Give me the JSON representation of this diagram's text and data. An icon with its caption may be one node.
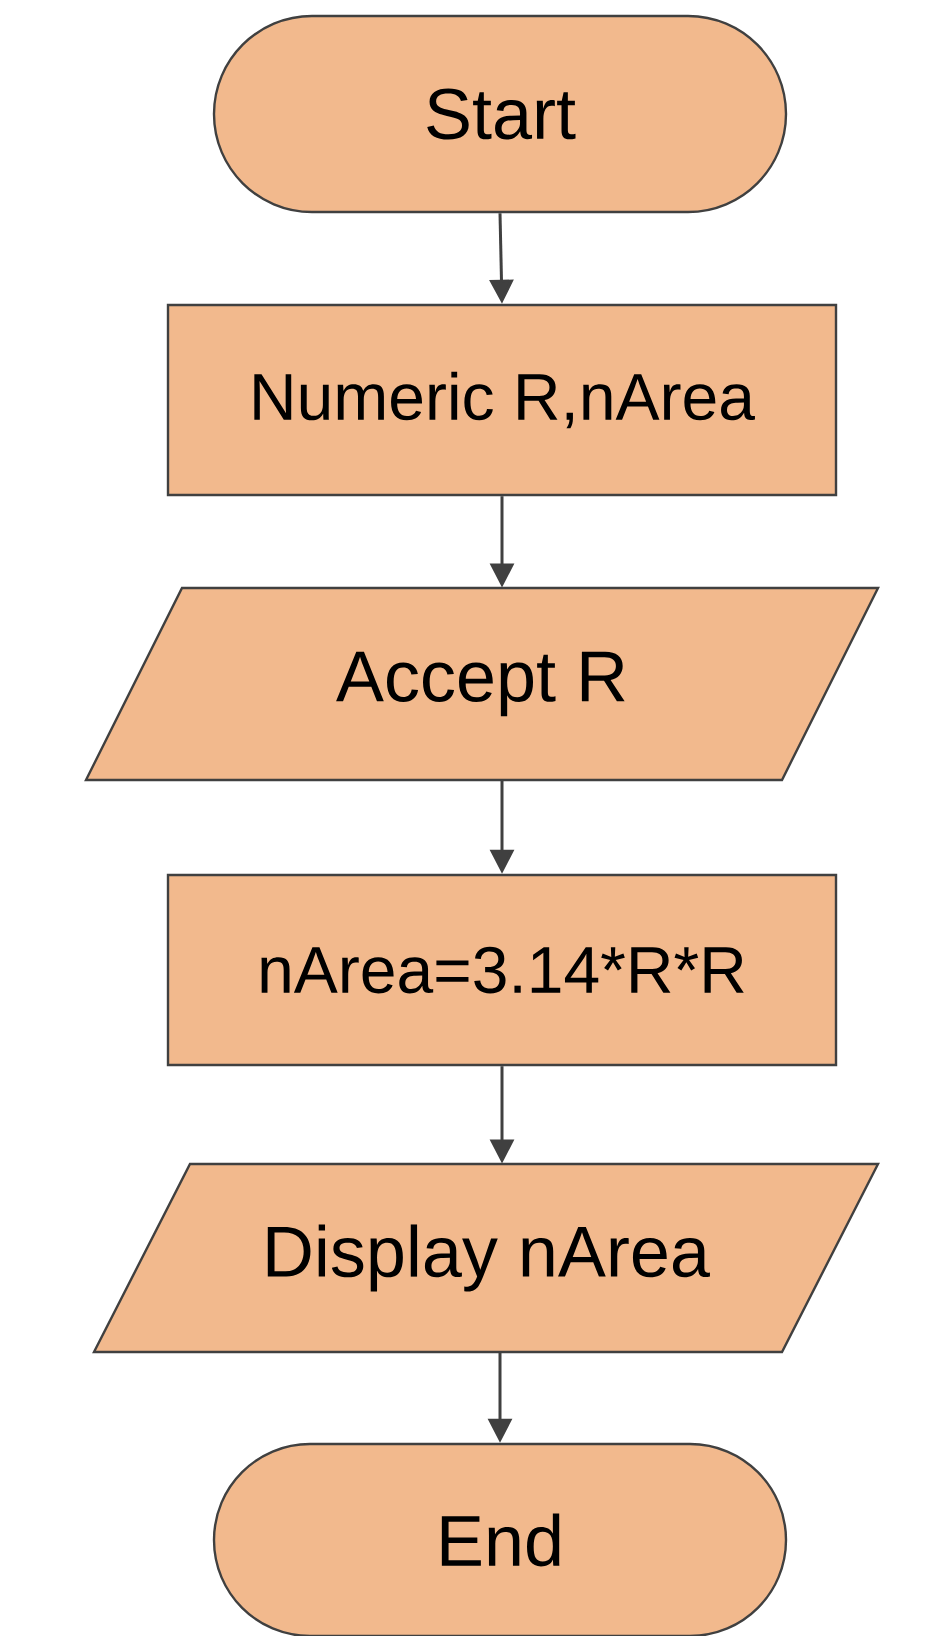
{
  "diagram": {
    "nodes": [
      {
        "text": [
          "Start"
        ]
      },
      {
        "text": [
          "Numeric R,nArea"
        ]
      },
      {
        "text": [
          "Accept R"
        ]
      },
      {
        "text": [
          "nArea=3.14*R*R"
        ]
      },
      {
        "text": [
          "Display nArea"
        ]
      },
      {
        "text": [
          "End"
        ]
      }
    ],
    "edges": [
      {
        "from": 0,
        "to": 1,
        "arrow": "to"
      },
      {
        "from": 1,
        "to": 2,
        "arrow": "to"
      },
      {
        "from": 2,
        "to": 3,
        "arrow": "to"
      },
      {
        "from": 3,
        "to": 4,
        "arrow": "to"
      },
      {
        "from": 4,
        "to": 5,
        "arrow": "to"
      }
    ]
  }
}
